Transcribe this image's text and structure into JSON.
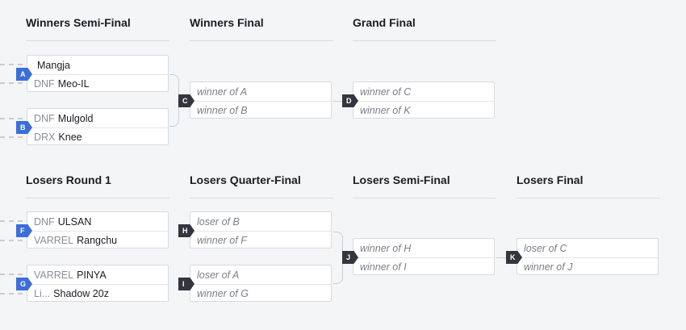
{
  "rounds": {
    "wsf": "Winners Semi-Final",
    "wf": "Winners Final",
    "gf": "Grand Final",
    "lr1": "Losers Round 1",
    "lqf": "Losers Quarter-Final",
    "lsf": "Losers Semi-Final",
    "lf": "Losers Final"
  },
  "matches": {
    "A": {
      "badge": "A",
      "p1": {
        "tag": "",
        "name": "Mangja"
      },
      "p2": {
        "tag": "DNF",
        "name": "Meo-IL"
      }
    },
    "B": {
      "badge": "B",
      "p1": {
        "tag": "DNF",
        "name": "Mulgold"
      },
      "p2": {
        "tag": "DRX",
        "name": "Knee"
      }
    },
    "C": {
      "badge": "C",
      "p1": "winner of A",
      "p2": "winner of B"
    },
    "D": {
      "badge": "D",
      "p1": "winner of C",
      "p2": "winner of K"
    },
    "F": {
      "badge": "F",
      "p1": {
        "tag": "DNF",
        "name": "ULSAN"
      },
      "p2": {
        "tag": "VARREL",
        "name": "Rangchu"
      }
    },
    "G": {
      "badge": "G",
      "p1": {
        "tag": "VARREL",
        "name": "PINYA"
      },
      "p2": {
        "tag": "Li...",
        "name": "Shadow 20z"
      }
    },
    "H": {
      "badge": "H",
      "p1": "loser of B",
      "p2": "winner of F"
    },
    "I": {
      "badge": "I",
      "p1": "loser of A",
      "p2": "winner of G"
    },
    "J": {
      "badge": "J",
      "p1": "winner of H",
      "p2": "winner of I"
    },
    "K": {
      "badge": "K",
      "p1": "loser of C",
      "p2": "winner of J"
    }
  },
  "colors": {
    "badge_blue": "#3b6ed9",
    "badge_dark": "#33363e"
  }
}
